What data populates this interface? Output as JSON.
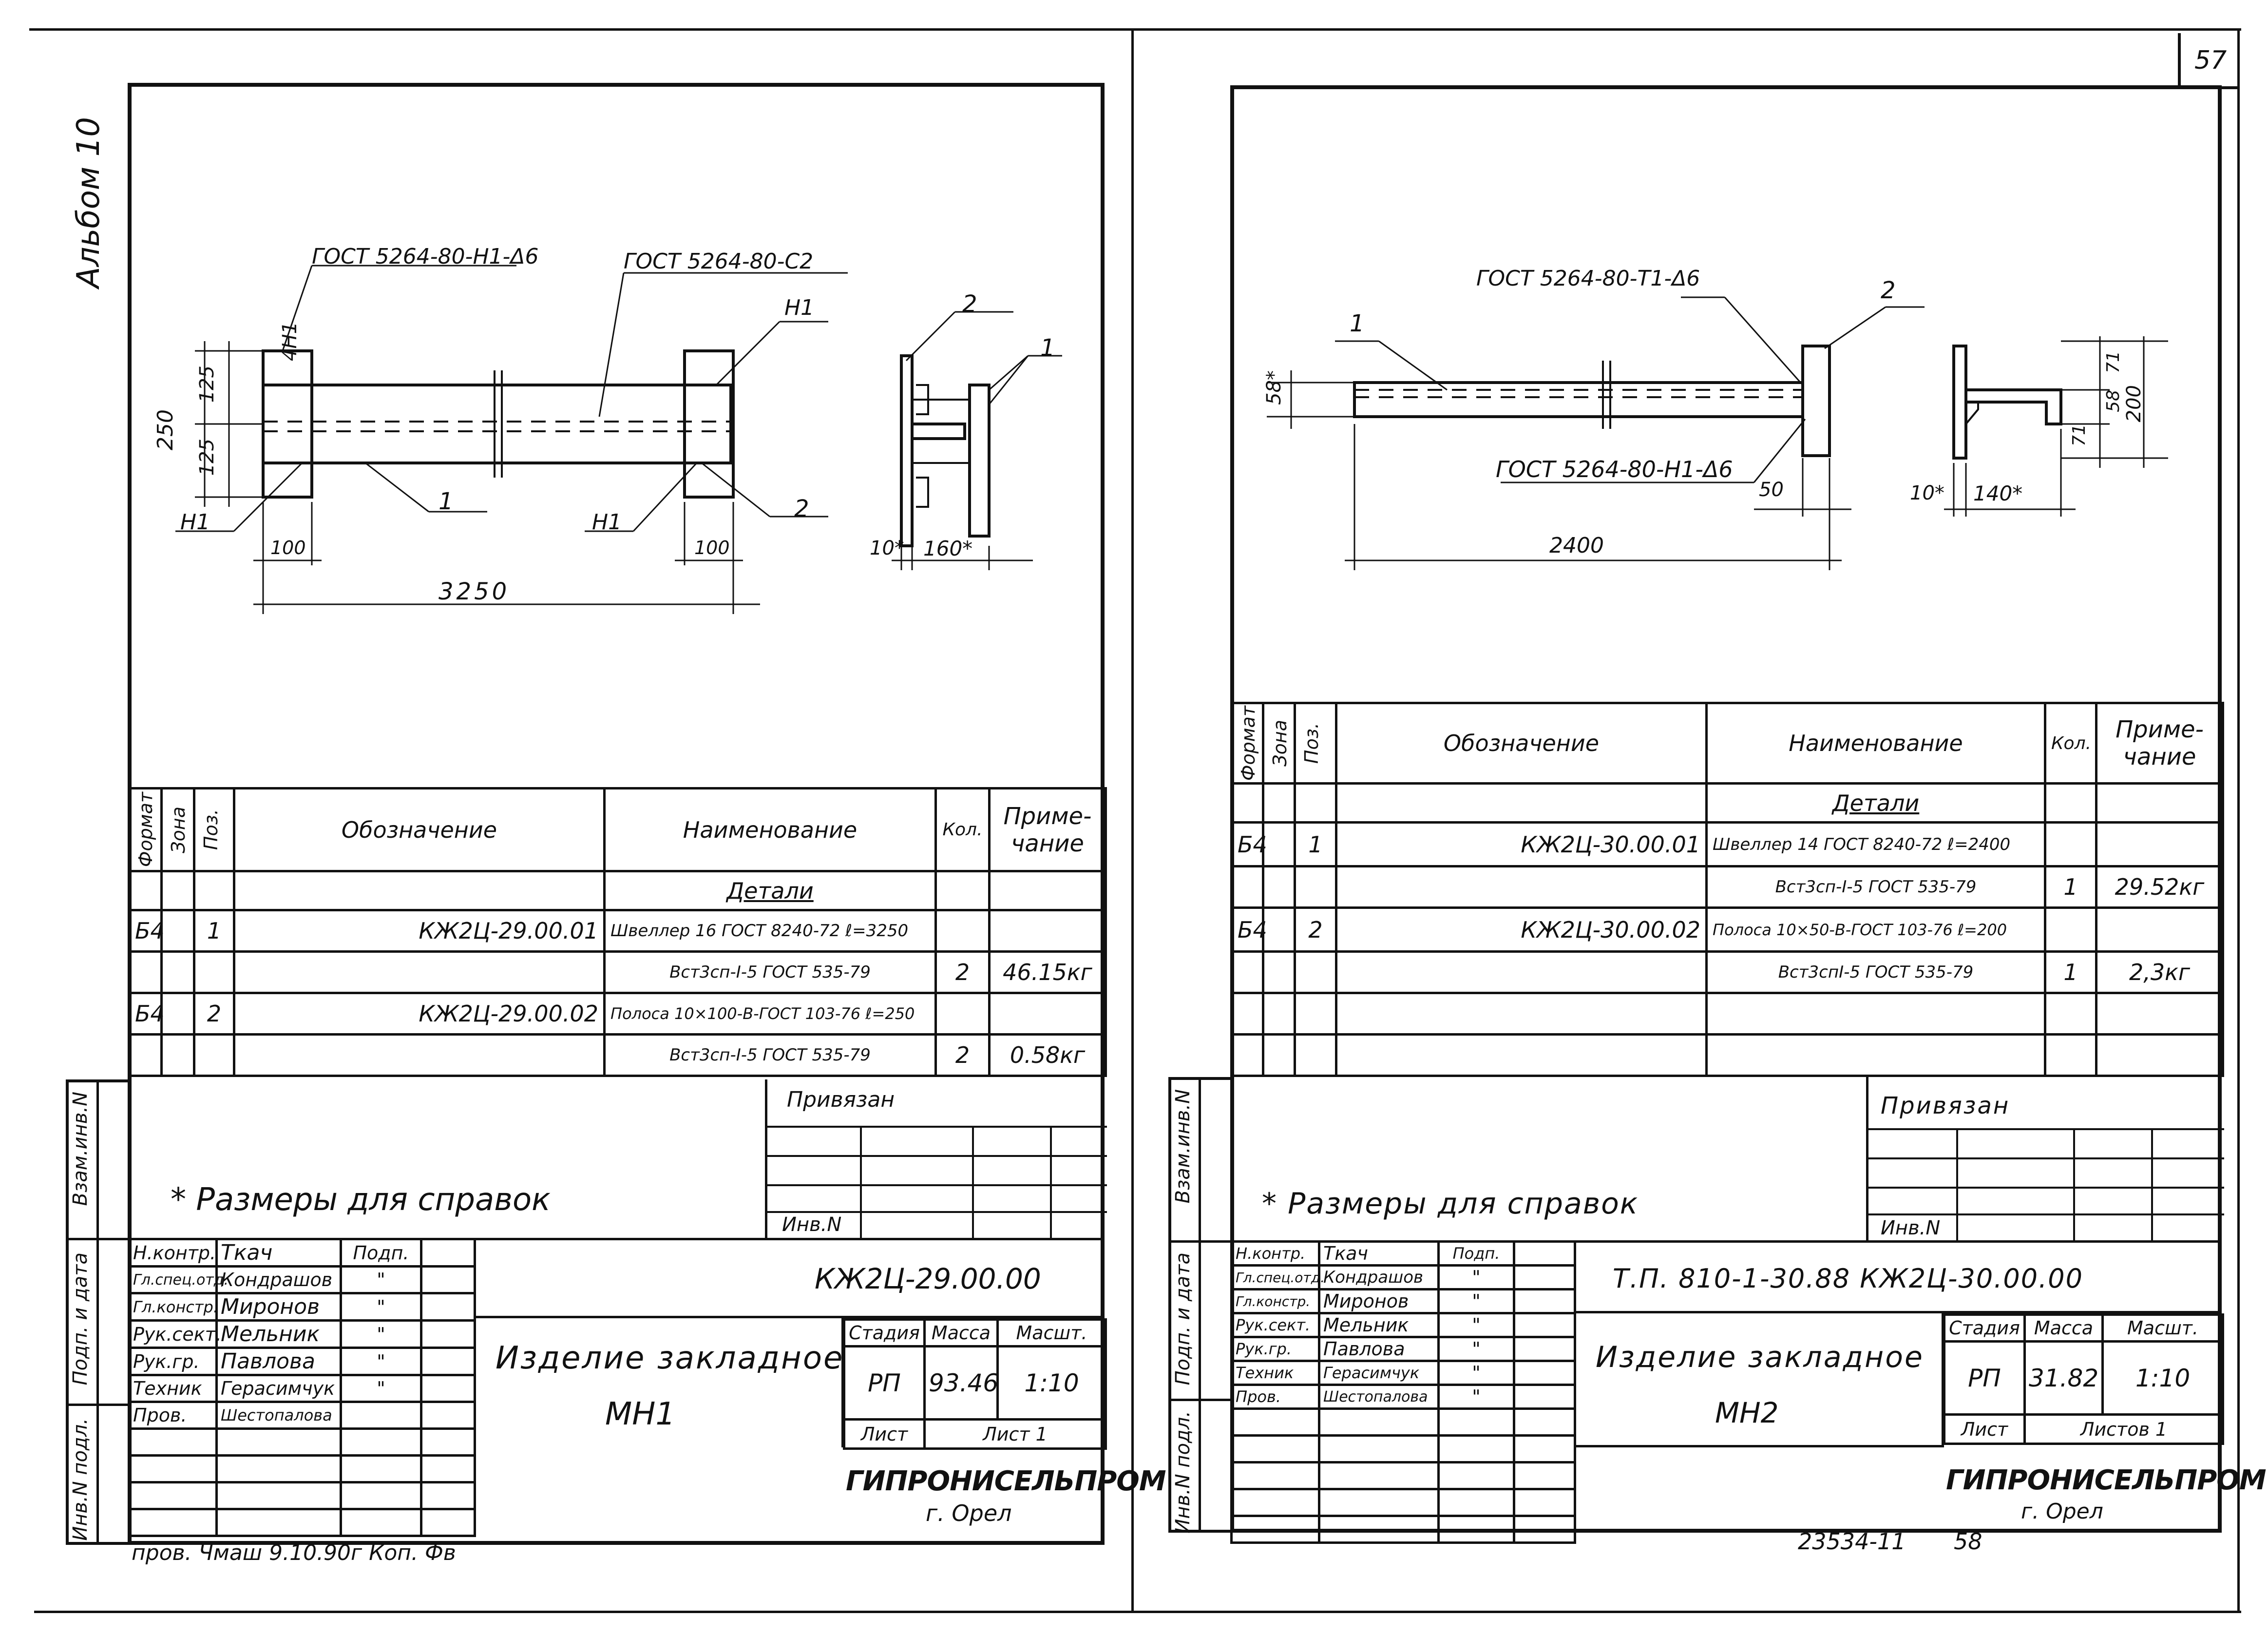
{
  "page_number": "57",
  "album": "Альбом 10",
  "footer_note_left": "пров. Чмаш 9.10.90г Коп. Фв",
  "footer_code": "23534-11",
  "footer_page": "58",
  "left": {
    "drawing": {
      "label_weld_top": "ГОСТ 5264-80-Н1-Δ6",
      "label_weld_c2": "ГОСТ 5264-80-С2",
      "label_4n1": "4Н1",
      "label_n1_tr": "Н1",
      "label_n1_bl": "Н1",
      "label_n1_bm": "Н1",
      "label_pos1": "1",
      "label_pos2": "2",
      "label_sec_pos2": "2",
      "label_sec_pos1": "1",
      "dim_250": "250",
      "dim_125a": "125",
      "dim_125b": "125",
      "dim_100a": "100",
      "dim_100b": "100",
      "dim_3250": "3250",
      "dim_10": "10*",
      "dim_160": "160*"
    },
    "spec": {
      "h_format": "Формат",
      "h_zone": "Зона",
      "h_pos": "Поз.",
      "h_designation": "Обозначение",
      "h_name": "Наименование",
      "h_qty": "Кол.",
      "h_note": "Приме-чание",
      "section": "Детали",
      "rows": [
        {
          "format": "Б4",
          "pos": "1",
          "designation": "КЖ2Ц-29.00.01",
          "name_top": "Швеллер 16 ГОСТ 8240-72  ℓ=3250",
          "name_bottom": "Вст3сп-I-5 ГОСТ 535-79",
          "qty": "2",
          "note": "46.15кг"
        },
        {
          "format": "Б4",
          "pos": "2",
          "designation": "КЖ2Ц-29.00.02",
          "name_top": "Полоса 10×100-В-ГОСТ 103-76  ℓ=250",
          "name_bottom": "Вст3сп-I-5 ГОСТ 535-79",
          "qty": "2",
          "note": "0.58кг"
        }
      ]
    },
    "title_block": {
      "privyazan": "Привязан",
      "inv": "Инв.N",
      "footnote": "* Размеры для справок",
      "code": "КЖ2Ц-29.00.00",
      "product": "Изделие закладное",
      "mark": "МН1",
      "stage_h": "Стадия",
      "mass_h": "Масса",
      "scale_h": "Масшт.",
      "stage": "РП",
      "mass": "93.46",
      "scale": "1:10",
      "sheet_h": "Лист",
      "sheets_h": "Лист 1",
      "org": "ГИПРОНИСЕЛЬПРОМ",
      "city": "г. Орел",
      "podp_h": "Подп.",
      "people": [
        {
          "role": "Н.контр.",
          "name": "Ткач",
          "sign": ""
        },
        {
          "role": "Гл.спец.отд.",
          "name": "Кондрашов",
          "sign": "\""
        },
        {
          "role": "Гл.констр.",
          "name": "Миронов",
          "sign": "\""
        },
        {
          "role": "Рук.сект.",
          "name": "Мельник",
          "sign": "\""
        },
        {
          "role": "Рук.гр.",
          "name": "Павлова",
          "sign": "\""
        },
        {
          "role": "Техник",
          "name": "Герасимчук",
          "sign": "\""
        },
        {
          "role": "Пров.",
          "name": "Шестопалова",
          "sign": ""
        }
      ],
      "side_1": "Взам.инв.N",
      "side_2": "Подп. и дата",
      "side_3": "Инв.N подл."
    }
  },
  "right": {
    "drawing": {
      "label_weld_t1": "ГОСТ 5264-80-Т1-Δ6",
      "label_weld_n1": "ГОСТ 5264-80-Н1-Δ6",
      "label_pos1": "1",
      "label_pos2": "2",
      "dim_58": "58*",
      "dim_50": "50",
      "dim_2400": "2400",
      "dim_10": "10*",
      "dim_140": "140*",
      "dim_71a": "71",
      "dim_58b": "58",
      "dim_71b": "71",
      "dim_200": "200"
    },
    "spec": {
      "h_format": "Формат",
      "h_zone": "Зона",
      "h_pos": "Поз.",
      "h_designation": "Обозначение",
      "h_name": "Наименование",
      "h_qty": "Кол.",
      "h_note": "Приме-чание",
      "section": "Детали",
      "rows": [
        {
          "format": "Б4",
          "pos": "1",
          "designation": "КЖ2Ц-30.00.01",
          "name_top": "Швеллер 14 ГОСТ 8240-72  ℓ=2400",
          "name_bottom": "Вст3сп-I-5 ГОСТ 535-79",
          "qty": "1",
          "note": "29.52кг"
        },
        {
          "format": "Б4",
          "pos": "2",
          "designation": "КЖ2Ц-30.00.02",
          "name_top": "Полоса 10×50-В-ГОСТ 103-76  ℓ=200",
          "name_bottom": "Вст3спI-5 ГОСТ 535-79",
          "qty": "1",
          "note": "2,3кг"
        }
      ]
    },
    "title_block": {
      "privyazan": "Привязан",
      "inv": "Инв.N",
      "footnote": "* Размеры для справок",
      "code": "Т.П. 810-1-30.88  КЖ2Ц-30.00.00",
      "product": "Изделие закладное",
      "mark": "МН2",
      "stage_h": "Стадия",
      "mass_h": "Масса",
      "scale_h": "Масшт.",
      "stage": "РП",
      "mass": "31.82",
      "scale": "1:10",
      "sheet_h": "Лист",
      "sheets_h": "Листов 1",
      "org": "ГИПРОНИСЕЛЬПРОМ",
      "city": "г. Орел",
      "podp_h": "Подп.",
      "people": [
        {
          "role": "Н.контр.",
          "name": "Ткач",
          "sign": ""
        },
        {
          "role": "Гл.спец.отд.",
          "name": "Кондрашов",
          "sign": "\""
        },
        {
          "role": "Гл.констр.",
          "name": "Миронов",
          "sign": "\""
        },
        {
          "role": "Рук.сект.",
          "name": "Мельник",
          "sign": "\""
        },
        {
          "role": "Рук.гр.",
          "name": "Павлова",
          "sign": "\""
        },
        {
          "role": "Техник",
          "name": "Герасимчук",
          "sign": "\""
        },
        {
          "role": "Пров.",
          "name": "Шестопалова",
          "sign": "\""
        }
      ],
      "side_1": "Взам.инв.N",
      "side_2": "Подп. и дата",
      "side_3": "Инв.N подл."
    }
  }
}
